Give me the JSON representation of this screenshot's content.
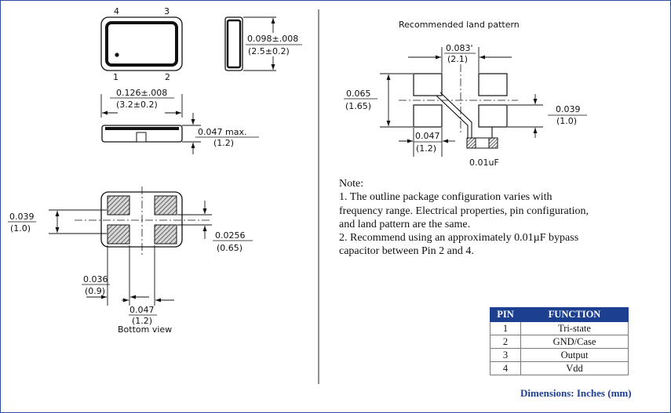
{
  "top_view": {
    "pins": {
      "p1": "1",
      "p2": "2",
      "p3": "3",
      "p4": "4"
    },
    "length_in": "0.126±.008",
    "length_mm": "(3.2±0.2)",
    "width_in": "0.098±.008",
    "width_mm": "(2.5±0.2)",
    "height_in": "0.047 max.",
    "height_mm": "(1.2)"
  },
  "bottom_view": {
    "title": "Bottom view",
    "pad_pitch_v_in": "0.039",
    "pad_pitch_v_mm": "(1.0)",
    "pad_gap_in": "0.0256",
    "pad_gap_mm": "(0.65)",
    "pad_width_in": "0.036",
    "pad_width_mm": "(0.9)",
    "pad_pitch_h_in": "0.047",
    "pad_pitch_h_mm": "(1.2)"
  },
  "land_pattern": {
    "title": "Recommended land pattern",
    "gap_in": "0.083'",
    "gap_mm": "(2.1)",
    "pad_h_in": "0.065",
    "pad_h_mm": "(1.65)",
    "pitch_v_in": "0.039",
    "pitch_v_mm": "(1.0)",
    "pad_w_in": "0.047",
    "pad_w_mm": "(1.2)",
    "cap_label": "0.01uF"
  },
  "note": {
    "heading": "Note:",
    "line1": "1. The outline package configuration varies with",
    "line2": "frequency range. Electrical properties, pin configuration,",
    "line3": "and land pattern are the same.",
    "line4": "2. Recommend using an approximately 0.01µF bypass",
    "line5": "capacitor between Pin 2 and 4."
  },
  "pin_table": {
    "headers": [
      "PIN",
      "FUNCTION"
    ],
    "rows": [
      {
        "pin": "1",
        "function": "Tri-state"
      },
      {
        "pin": "2",
        "function": "GND/Case"
      },
      {
        "pin": "3",
        "function": "Output"
      },
      {
        "pin": "4",
        "function": "Vdd"
      }
    ]
  },
  "caption": "Dimensions: Inches (mm)",
  "colors": {
    "border": "#2b4f9e",
    "header_bg": "#1d3f8f",
    "caption": "#1d3f8f"
  }
}
